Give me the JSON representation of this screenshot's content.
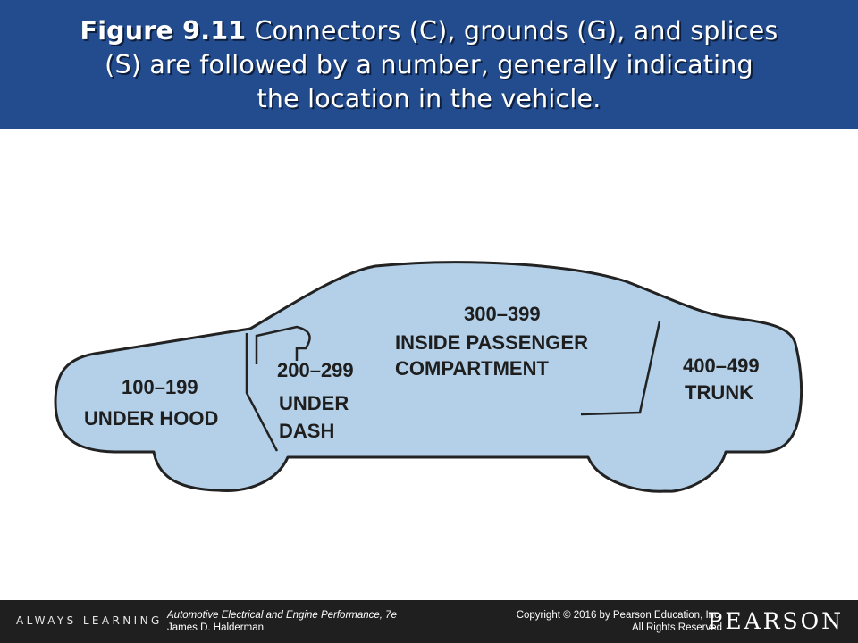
{
  "header": {
    "figure_label": "Figure 9.11",
    "caption_line1": "Connectors (C), grounds (G), and splices",
    "caption_line2": "(S) are followed by a number, generally indicating",
    "caption_line3": "the location in the vehicle."
  },
  "diagram": {
    "zones": [
      {
        "range": "100–199",
        "label_lines": [
          "UNDER HOOD"
        ]
      },
      {
        "range": "200–299",
        "label_lines": [
          "UNDER",
          "DASH"
        ]
      },
      {
        "range": "300–399",
        "label_lines": [
          "INSIDE PASSENGER",
          "COMPARTMENT"
        ]
      },
      {
        "range": "400–499",
        "label_lines": [
          "TRUNK"
        ]
      }
    ],
    "colors": {
      "body_fill": "#b3d0e8",
      "outline": "#222222",
      "text": "#1e1e1e"
    }
  },
  "footer": {
    "tagline": "ALWAYS LEARNING",
    "book_title": "Automotive Electrical and Engine Performance, 7e",
    "author": "James D. Halderman",
    "copyright_line1": "Copyright © 2016 by Pearson Education, Inc.",
    "copyright_line2": "All Rights Reserved",
    "brand": "PEARSON"
  }
}
